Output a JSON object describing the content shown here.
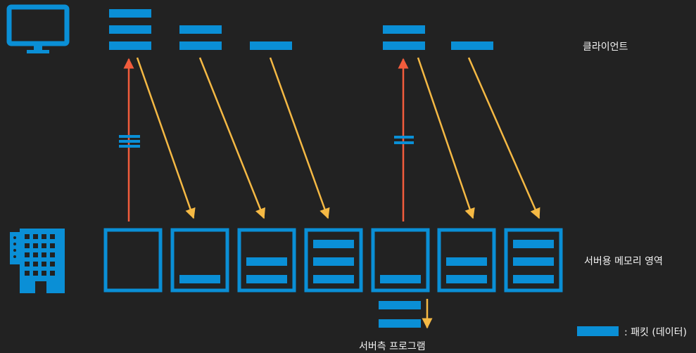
{
  "labels": {
    "client": "클라이언트",
    "server_memory": "서버용 메모리 영역",
    "server_program": "서버측 프로그램",
    "legend": ": 패킷 (데이터)"
  },
  "colors": {
    "background": "#222222",
    "packet": "#0a8fd6",
    "request_arrow": "#f25c3c",
    "transfer_arrow": "#f5b944",
    "text": "#f2f2f2"
  },
  "icons": {
    "client": "monitor-icon",
    "server": "building-icon"
  },
  "client_packet_groups": [
    {
      "packets": 3
    },
    {
      "packets": 2
    },
    {
      "packets": 1
    },
    {
      "packets": 2
    },
    {
      "packets": 1
    }
  ],
  "memory_slots": [
    {
      "packets": 0
    },
    {
      "packets": 1
    },
    {
      "packets": 2
    },
    {
      "packets": 3
    },
    {
      "packets": 1
    },
    {
      "packets": 2
    },
    {
      "packets": 3
    }
  ],
  "server_program_packets": 2
}
